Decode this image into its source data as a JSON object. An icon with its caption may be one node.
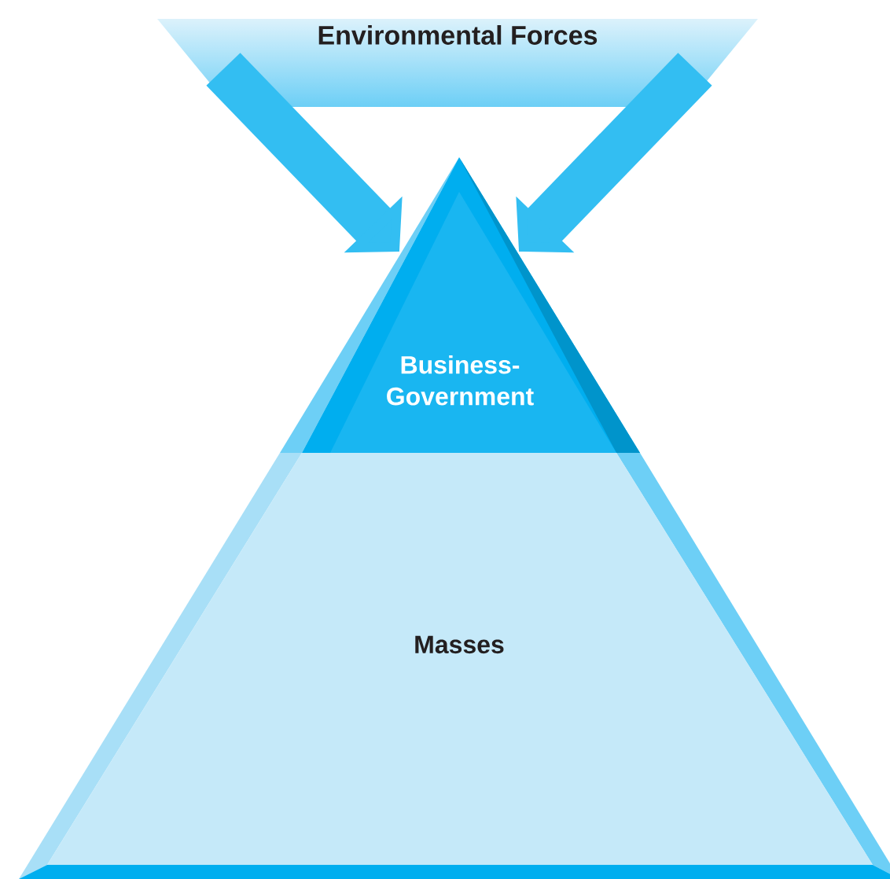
{
  "diagram": {
    "nodes": [
      {
        "text": [
          "Environmental Forces"
        ]
      },
      {
        "text": [
          "Business-Government"
        ]
      },
      {
        "text": [
          "Masses"
        ]
      }
    ],
    "edges": [
      {
        "from": 0,
        "to": 1,
        "arrow": "to"
      },
      {
        "from": 0,
        "to": 1,
        "arrow": "to"
      }
    ]
  }
}
